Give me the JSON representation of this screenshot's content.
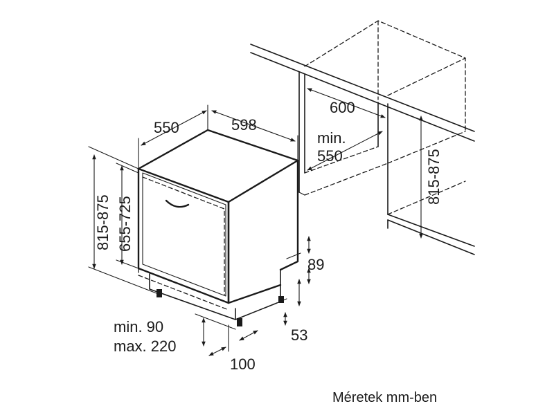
{
  "dimensions": {
    "depth": "550",
    "width": "598",
    "niche_width": "600",
    "niche_depth_line1": "min.",
    "niche_depth_line2": "550",
    "niche_height": "815-875",
    "total_height": "815-875",
    "appliance_height": "655-725",
    "plinth_height": "89",
    "foot_offset": "53",
    "plinth_range_line1": "min. 90",
    "plinth_range_line2": "max. 220",
    "plinth_depth": "100"
  },
  "caption": "Méretek mm-ben"
}
